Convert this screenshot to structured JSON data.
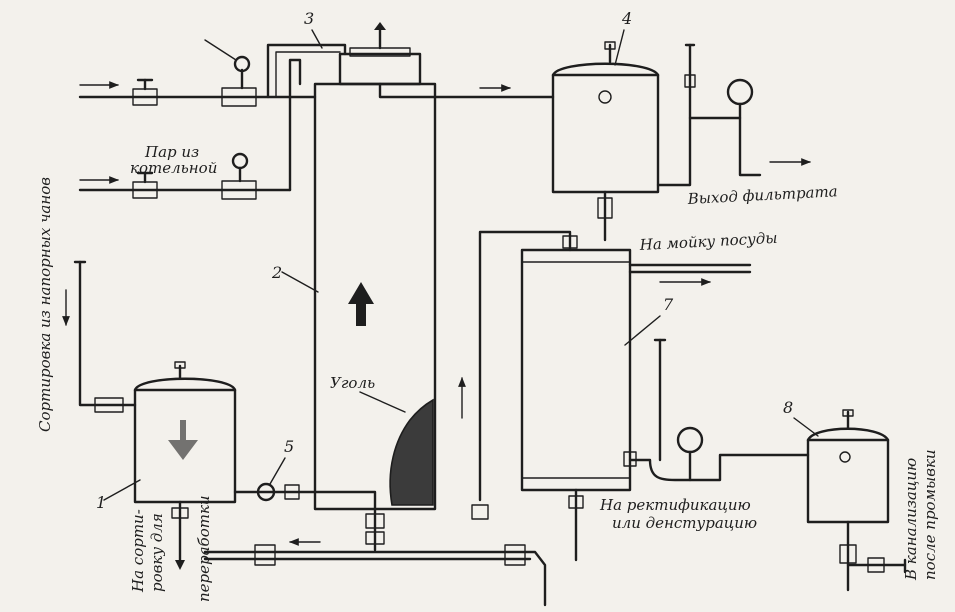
{
  "numbers": {
    "n1": "1",
    "n2": "2",
    "n3": "3",
    "n4": "4",
    "n5": "5",
    "n7": "7",
    "n8": "8"
  },
  "labels": {
    "steam_line1": "Пар из",
    "steam_line2": "котельной",
    "filtrate_out": "Выход фильтрата",
    "dish_wash": "На мойку посуды",
    "coal": "Уголь",
    "sorting_from_tanks": "Сортировка из напорных чанов",
    "to_sorting_line1": "На сорти-",
    "to_sorting_line2": "ровку для",
    "to_sorting_line3": "переработки",
    "rectification_line1": "На ректификацию",
    "rectification_line2": "или денстурацию",
    "sewer_line1": "В канализацию",
    "sewer_line2": "после промывки"
  }
}
